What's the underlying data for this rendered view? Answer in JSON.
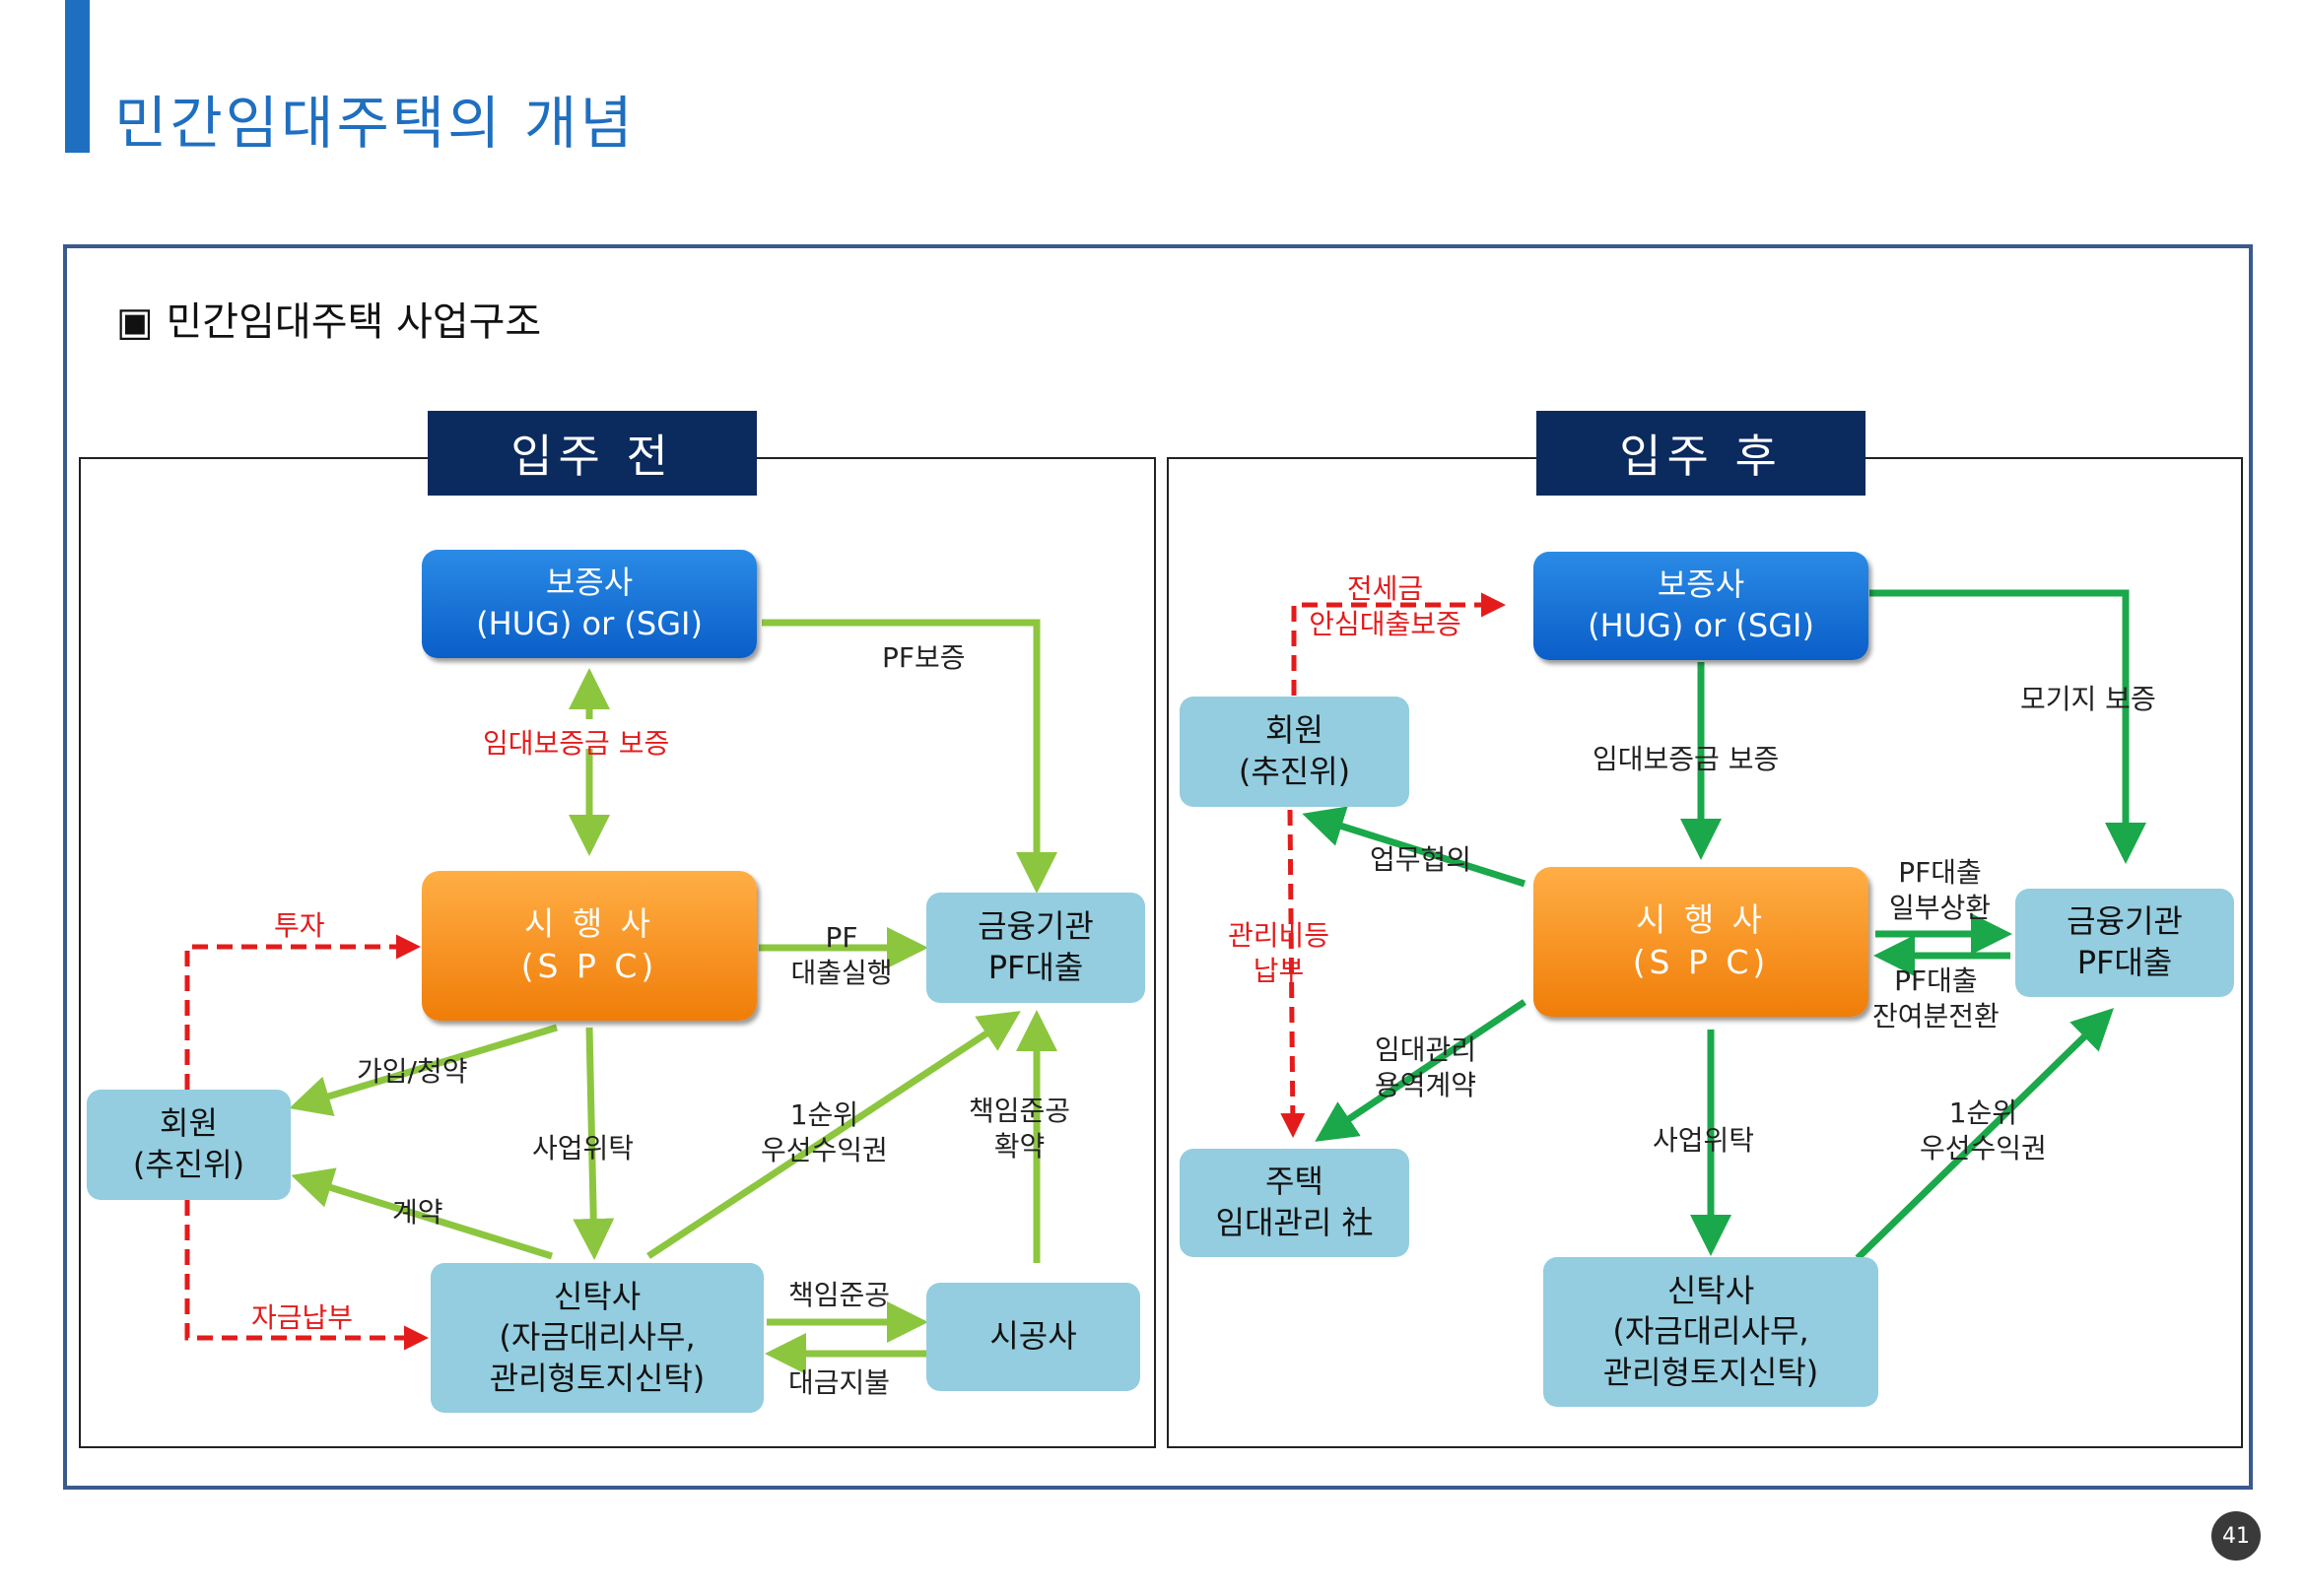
{
  "page": {
    "title": "민간임대주택의 개념",
    "section_heading": "▣ 민간임대주택 사업구조",
    "page_number": "41"
  },
  "colors": {
    "accent_blue": "#1f6fc0",
    "tab_navy": "#0b2a5e",
    "green_arrow": "#8cc63f",
    "dark_green_arrow": "#1aa84a",
    "red_dashed": "#e41b1b"
  },
  "before": {
    "tab_label": "입주 전",
    "guarantor": {
      "line1": "보증사",
      "line2": "(HUG) or (SGI)"
    },
    "developer": {
      "line1": "시 행 사",
      "line2": "(S P C)"
    },
    "lender": {
      "line1": "금융기관",
      "line2": "PF대출"
    },
    "member": {
      "line1": "회원",
      "line2": "(추진위)"
    },
    "trust": {
      "line1": "신탁사",
      "line2": "(자금대리사무,",
      "line3": "관리형토지신탁)"
    },
    "constructor": {
      "line1": "시공사"
    },
    "labels": {
      "pf_guarantee": "PF보증",
      "rent_deposit_guarantee": "임대보증금 보증",
      "investment": "투자",
      "pf_loan_1": "PF",
      "pf_loan_2": "대출실행",
      "join": "가입/청약",
      "business_trust": "사업위탁",
      "first_priority_1": "1순위",
      "first_priority_2": "우선수익권",
      "completion_1": "책임준공",
      "completion_2": "확약",
      "contract": "계약",
      "fund_payment": "자금납부",
      "responsible_completion": "책임준공",
      "payment": "대금지불"
    }
  },
  "after": {
    "tab_label": "입주 후",
    "guarantor": {
      "line1": "보증사",
      "line2": "(HUG) or (SGI)"
    },
    "developer": {
      "line1": "시 행 사",
      "line2": "(S P C)"
    },
    "lender": {
      "line1": "금융기관",
      "line2": "PF대출"
    },
    "member": {
      "line1": "회원",
      "line2": "(추진위)"
    },
    "housing": {
      "line1": "주택",
      "line2": "임대관리 社"
    },
    "trust": {
      "line1": "신탁사",
      "line2": "(자금대리사무,",
      "line3": "관리형토지신탁)"
    },
    "labels": {
      "jeonse_1": "전세금",
      "jeonse_2": "안심대출보증",
      "mortgage_guarantee": "모기지 보증",
      "rent_deposit_guarantee": "임대보증금 보증",
      "business_consult": "업무협의",
      "mgmt_fee_1": "관리비등",
      "mgmt_fee_2": "납부",
      "pf_repay_1": "PF대출",
      "pf_repay_2": "일부상환",
      "pf_convert_1": "PF대출",
      "pf_convert_2": "잔여분전환",
      "rental_mgmt_1": "임대관리",
      "rental_mgmt_2": "용역계약",
      "business_trust": "사업위탁",
      "first_priority_1": "1순위",
      "first_priority_2": "우선수익권"
    }
  }
}
